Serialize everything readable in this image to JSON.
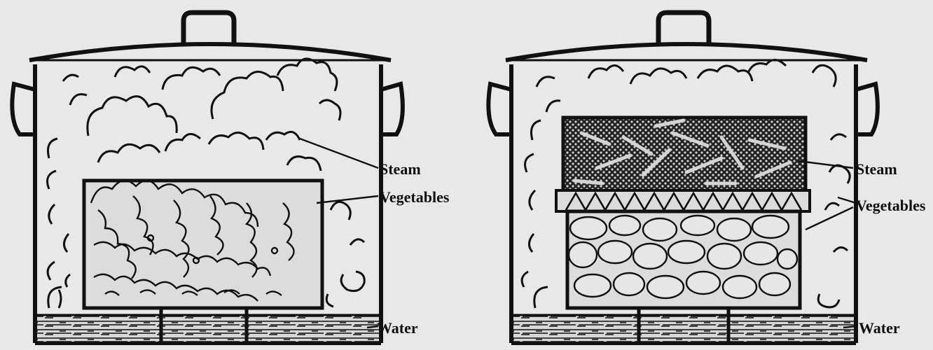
{
  "figures": [
    {
      "id": "single-pot",
      "labels": {
        "steam": "Steam",
        "vegetables": "Vegetables",
        "water": "Water"
      }
    },
    {
      "id": "double-pot",
      "labels": {
        "steam": "Steam",
        "vegetables": "Vegetables",
        "water": "Water"
      }
    }
  ],
  "colors": {
    "ink": "#111111",
    "paper": "#e8e8e8"
  }
}
